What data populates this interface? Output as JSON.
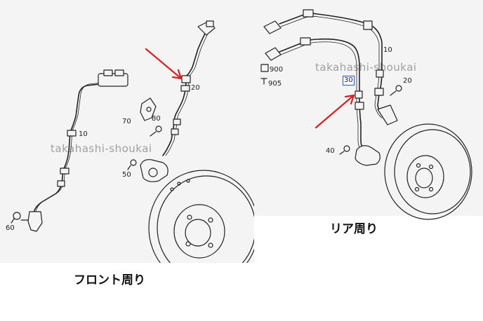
{
  "front": {
    "caption": "フロント周り",
    "watermark": "takahashi-shoukai",
    "parts": {
      "p10": "10",
      "p20": "20",
      "p50": "50",
      "p60": "60",
      "p70": "70",
      "p80": "80"
    }
  },
  "rear": {
    "caption": "リア周り",
    "watermark": "takahashi-shoukai",
    "parts": {
      "p10": "10",
      "p20": "20",
      "p30": "30",
      "p40": "40",
      "p900": "900",
      "p905": "905"
    }
  },
  "colors": {
    "arrow": "#d32222",
    "highlight_box": "#2b4fbf",
    "line": "#222222"
  }
}
